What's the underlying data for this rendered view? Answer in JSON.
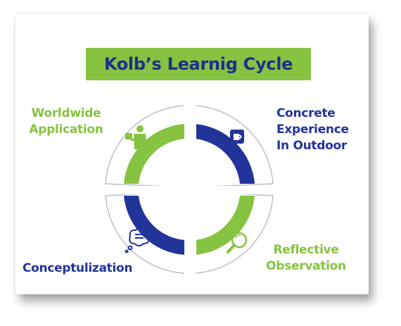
{
  "title": "Kolb’s Learnig Cycle",
  "quadrants": [
    {
      "label": "Worldwide\nApplication",
      "icon": "presenter-icon",
      "color": "#86c341"
    },
    {
      "label": "Concrete\nExperience\nIn Outdoor",
      "icon": "cup-icon",
      "color": "#22349a"
    },
    {
      "label": "Conceptulization",
      "icon": "thought-bubble-icon",
      "color": "#22349a"
    },
    {
      "label": "Reflective\nObservation",
      "icon": "magnifier-icon",
      "color": "#86c341"
    }
  ],
  "colors": {
    "green": "#86c341",
    "blue": "#22349a",
    "outline": "#bfbfbf"
  }
}
